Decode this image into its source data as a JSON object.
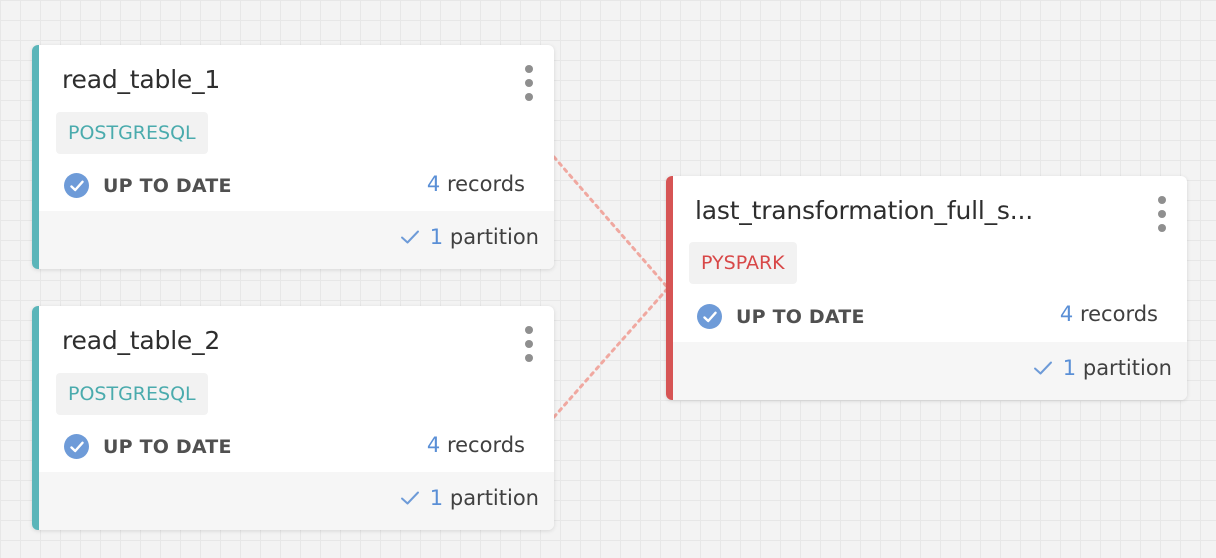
{
  "nodes": [
    {
      "title": "read_table_1",
      "tag": "POSTGRESQL",
      "status": "UP TO DATE",
      "records_count": "4",
      "records_label": "records",
      "partition_count": "1",
      "partition_label": "partition"
    },
    {
      "title": "read_table_2",
      "tag": "POSTGRESQL",
      "status": "UP TO DATE",
      "records_count": "4",
      "records_label": "records",
      "partition_count": "1",
      "partition_label": "partition"
    },
    {
      "title": "last_transformation_full_s...",
      "tag": "PYSPARK",
      "status": "UP TO DATE",
      "records_count": "4",
      "records_label": "records",
      "partition_count": "1",
      "partition_label": "partition"
    }
  ],
  "edges": [
    {
      "from": "read_table_1",
      "to": "last_transformation_full_s..."
    },
    {
      "from": "read_table_2",
      "to": "last_transformation_full_s..."
    }
  ],
  "colors": {
    "postgres_accent": "#5bb5b9",
    "postgres_tag_text": "#4aabad",
    "pyspark_accent": "#d65454",
    "pyspark_tag_text": "#d84848",
    "status_icon": "#6e9bd8",
    "number_blue": "#5a8fd6",
    "edge": "#f0a8a0",
    "canvas_background": "#f3f3f3"
  },
  "icons": {
    "status": "check-circle-icon",
    "menu": "more-vertical-icon",
    "partition": "check-icon"
  }
}
